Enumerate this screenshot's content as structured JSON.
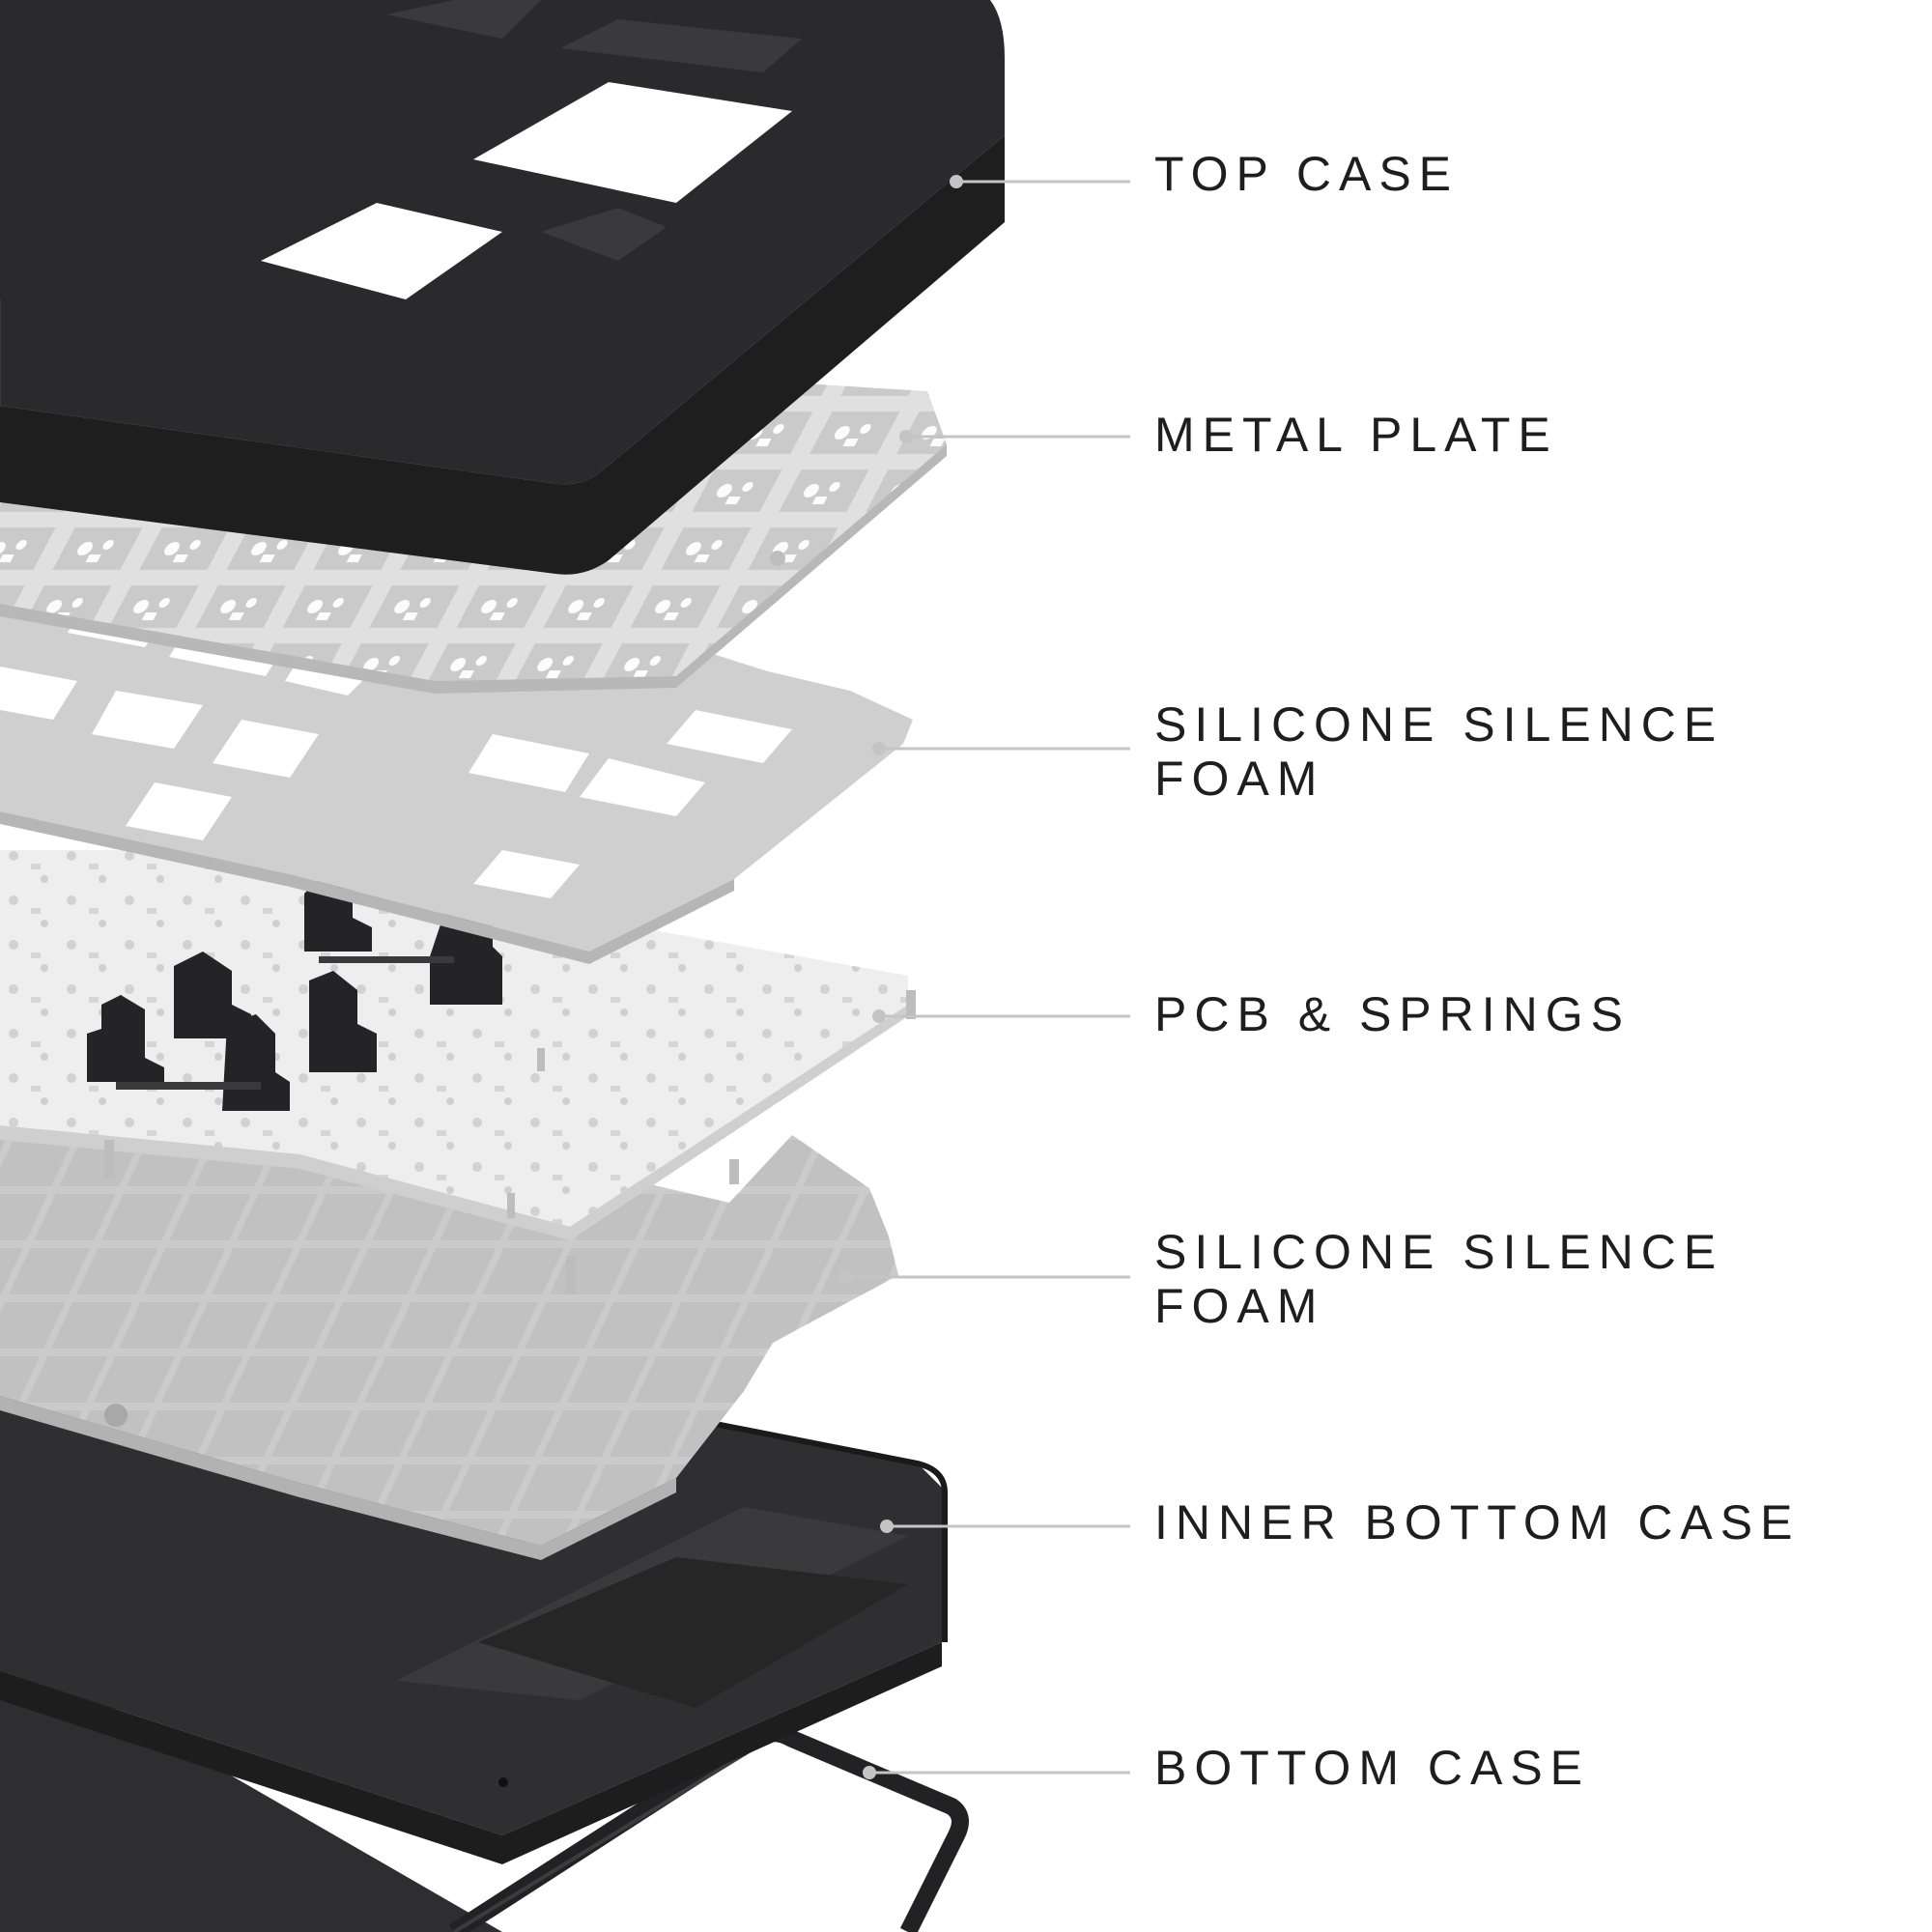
{
  "labels": {
    "top_case": "TOP CASE",
    "metal_plate": "METAL PLATE",
    "foam_upper": {
      "line1": "SILICONE SILENCE",
      "line2": "FOAM"
    },
    "pcb_springs": "PCB & SPRINGS",
    "foam_lower": {
      "line1": "SILICONE SILENCE",
      "line2": "FOAM"
    },
    "inner_bottom_case": "INNER BOTTOM CASE",
    "bottom_case": "BOTTOM CASE"
  },
  "colors": {
    "case_dark": "#2b2b2d",
    "case_edge": "#1a1a1b",
    "plate": "#dcdcdc",
    "foam": "#c9c9c9",
    "pcb": "#efefef",
    "switch": "#222224",
    "leader": "#c4c4c4",
    "text": "#1e1e1e"
  }
}
